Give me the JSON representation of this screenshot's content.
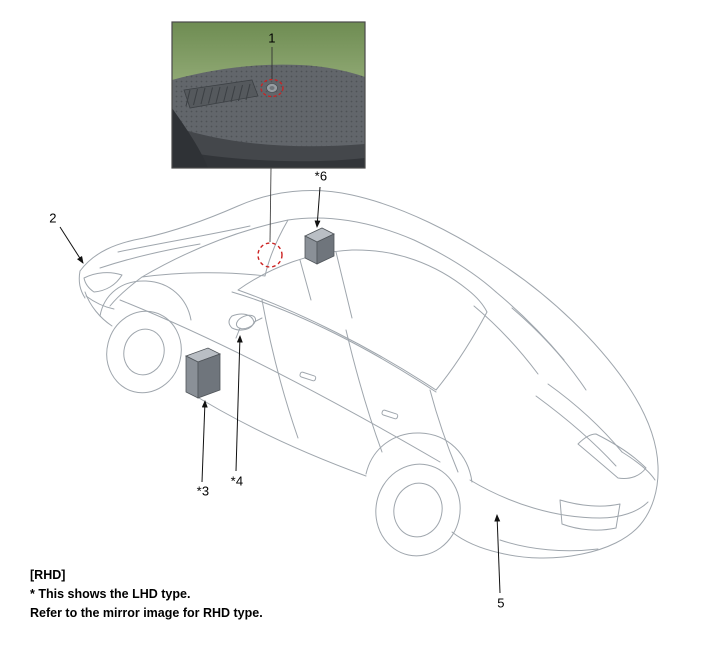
{
  "inset": {
    "label": "1"
  },
  "callouts": {
    "c2": "2",
    "c3": "*3",
    "c4": "*4",
    "c5": "5",
    "c6": "*6"
  },
  "footer": {
    "line1": "[RHD]",
    "line2": "* This shows the LHD type.",
    "line3": "Refer to the mirror image for RHD type."
  },
  "colors": {
    "location_marker": "#cc2222",
    "line_art": "#9fa6ad",
    "inset_green": "#8fa873",
    "dashboard_gray": "#62666b"
  }
}
